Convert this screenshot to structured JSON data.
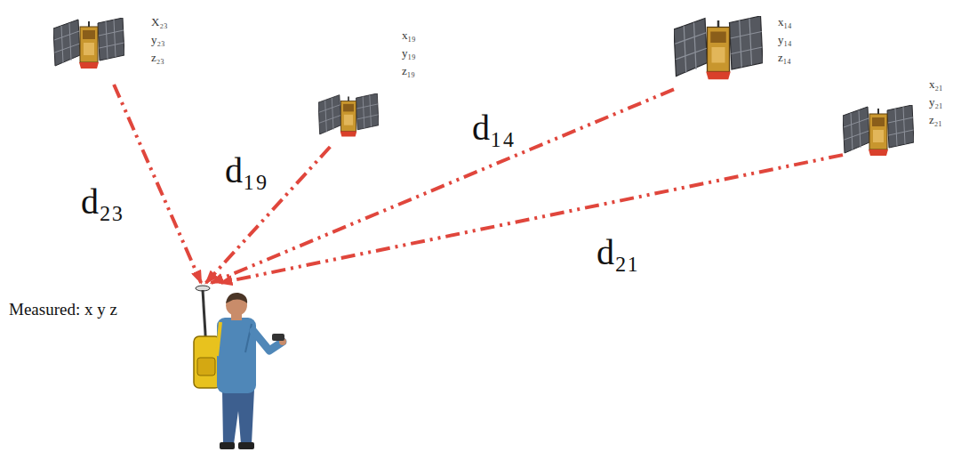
{
  "diagram": {
    "nodes": [
      {
        "text": [
          "X₂₃",
          "y₂₃",
          "z₂₃"
        ]
      },
      {
        "text": [
          "x₁₉",
          "y₁₉",
          "z₁₉"
        ]
      },
      {
        "text": [
          "x₁₄",
          "y₁₄",
          "z₁₄"
        ]
      },
      {
        "text": [
          "x₂₁",
          "y₂₁",
          "z₂₁"
        ]
      },
      {
        "text": [
          "Measured: x y z"
        ]
      }
    ],
    "edges": [
      {
        "from": 0,
        "to": 4,
        "arrow": "to",
        "label": "d₂₃"
      },
      {
        "from": 1,
        "to": 4,
        "arrow": "to",
        "label": "d₁₉"
      },
      {
        "from": 2,
        "to": 4,
        "arrow": "to",
        "label": "d₁₄"
      },
      {
        "from": 3,
        "to": 4,
        "arrow": "to",
        "label": "d₂₁"
      }
    ]
  }
}
